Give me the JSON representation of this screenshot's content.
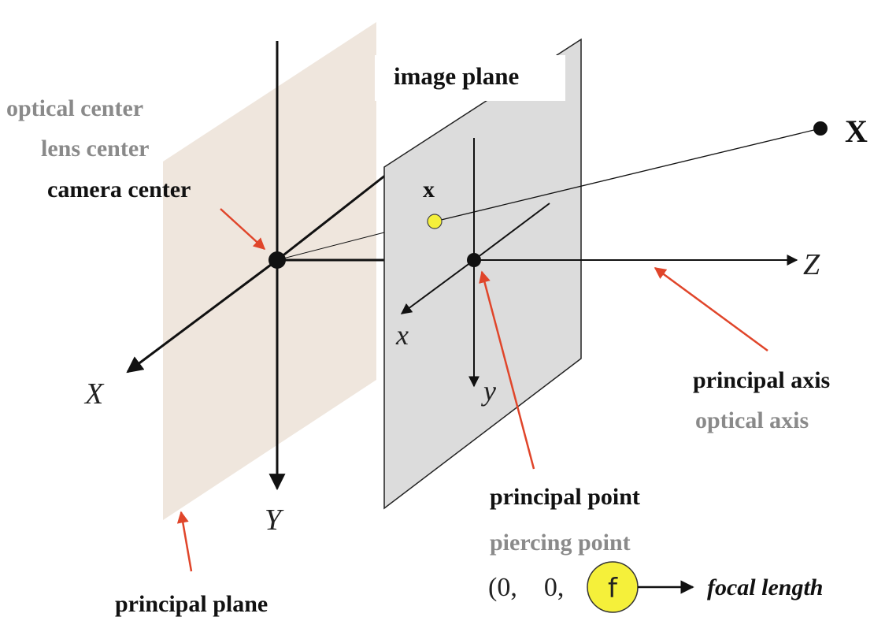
{
  "labels": {
    "image_plane": "image plane",
    "optical_center": "optical center",
    "lens_center": "lens center",
    "camera_center": "camera center",
    "world_point": "X",
    "image_point": "x",
    "principal_axis": "principal axis",
    "optical_axis": "optical axis",
    "principal_point": "principal point",
    "piercing_point": "piercing point",
    "principal_plane": "principal plane",
    "focal_length": "focal length",
    "coord_prefix": "(0,    0,",
    "focal_symbol": "f"
  },
  "axes": {
    "X": "X",
    "Y": "Y",
    "Z": "Z",
    "x": "x",
    "y": "y"
  },
  "colors": {
    "principal_plane_fill": "#efe6dd",
    "image_plane_fill": "#dcdcdc",
    "image_plane_stroke": "#222222",
    "pointer": "#e0452a",
    "gray_label": "#8a8a8a",
    "point_yellow": "#f5f03a",
    "ink": "#111111"
  }
}
